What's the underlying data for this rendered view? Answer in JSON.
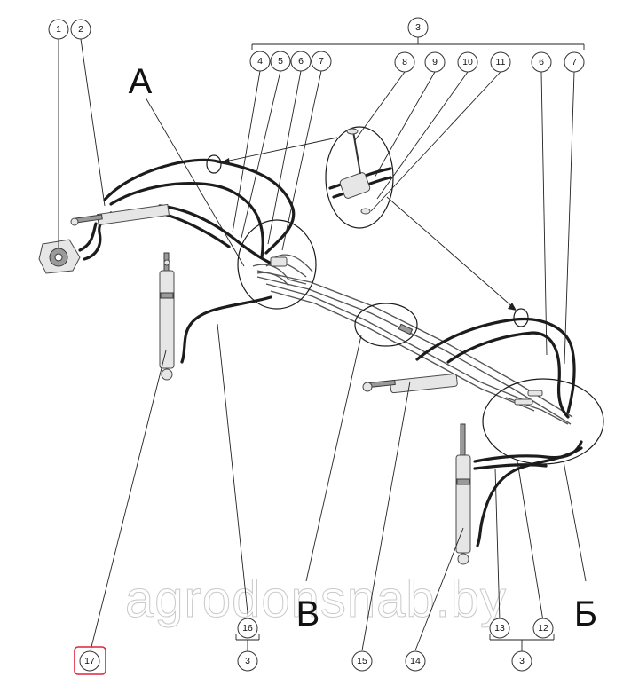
{
  "watermark": "agrodonsnab.by",
  "views": {
    "a": "А",
    "b": "Б",
    "v": "В"
  },
  "callouts": {
    "c1": "1",
    "c2": "2",
    "c3_top": "3",
    "c4": "4",
    "c5": "5",
    "c6_left": "6",
    "c7_left": "7",
    "c8": "8",
    "c9": "9",
    "c10": "10",
    "c11": "11",
    "c6_right": "6",
    "c7_right": "7",
    "c16": "16",
    "c3_b16": "3",
    "c17": "17",
    "c15": "15",
    "c14": "14",
    "c13": "13",
    "c12": "12",
    "c3_b12": "3"
  },
  "colors": {
    "highlight": "#e0243a",
    "hose": "#1c1c1c"
  }
}
